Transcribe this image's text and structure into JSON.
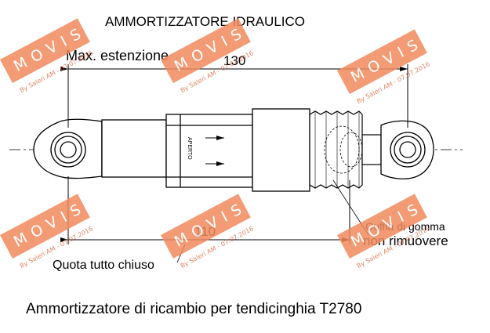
{
  "title": "AMMORTIZZATORE IDRAULICO",
  "max_extension_label": "Max. estenzione",
  "dim_extended": "130",
  "dim_closed": "110",
  "closed_label": "Quota tutto chiuso",
  "body_marking": "APERTO",
  "boot_label_line1": "Cuffia di gomma",
  "boot_label_line2": "non rimuovere",
  "caption": "Ammortizzatore di ricambio per tendicinghia T2780",
  "watermark": {
    "brand": "MOVIS",
    "stamp": "By Saleri AM - 07.07.2016",
    "color": "#f08a5d"
  }
}
